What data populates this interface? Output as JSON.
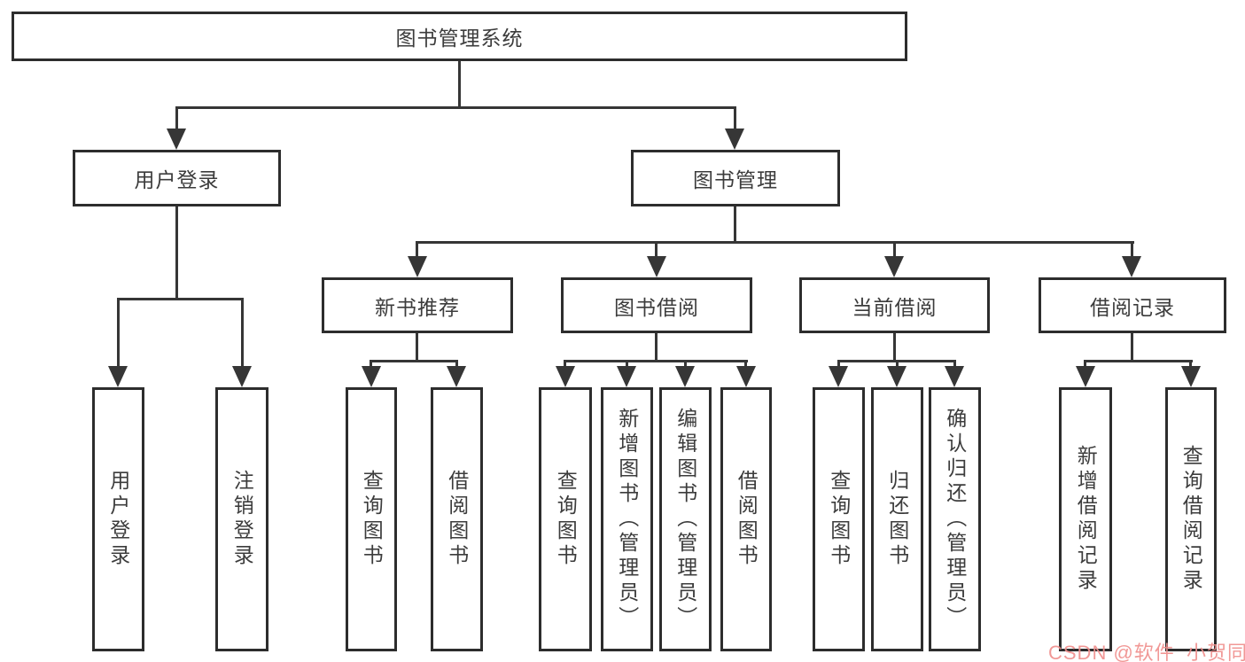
{
  "diagram_title": "图书管理系统",
  "nodes": {
    "root": "图书管理系统",
    "user_login": "用户登录",
    "book_mgmt": "图书管理",
    "new_book_rec": "新书推荐",
    "book_borrow": "图书借阅",
    "current_borrow": "当前借阅",
    "borrow_records": "借阅记录",
    "leaf_user_login": "用户登录",
    "leaf_logout": "注销登录",
    "leaf_nb_query": "查询图书",
    "leaf_nb_borrow": "借阅图书",
    "leaf_bb_query": "查询图书",
    "leaf_bb_add": "新增图书（管理员）",
    "leaf_bb_edit": "编辑图书（管理员）",
    "leaf_bb_borrow": "借阅图书",
    "leaf_cb_query": "查询图书",
    "leaf_cb_return": "归还图书",
    "leaf_cb_confirm": "确认归还（管理员）",
    "leaf_br_add": "新增借阅记录",
    "leaf_br_query": "查询借阅记录"
  },
  "watermark": {
    "text": "CSDN @软件_小贺同学",
    "color": "#f0908e"
  },
  "colors": {
    "line": "#363636",
    "box_border": "#2d2d2d",
    "text": "#3c3c3c",
    "background": "#ffffff"
  }
}
